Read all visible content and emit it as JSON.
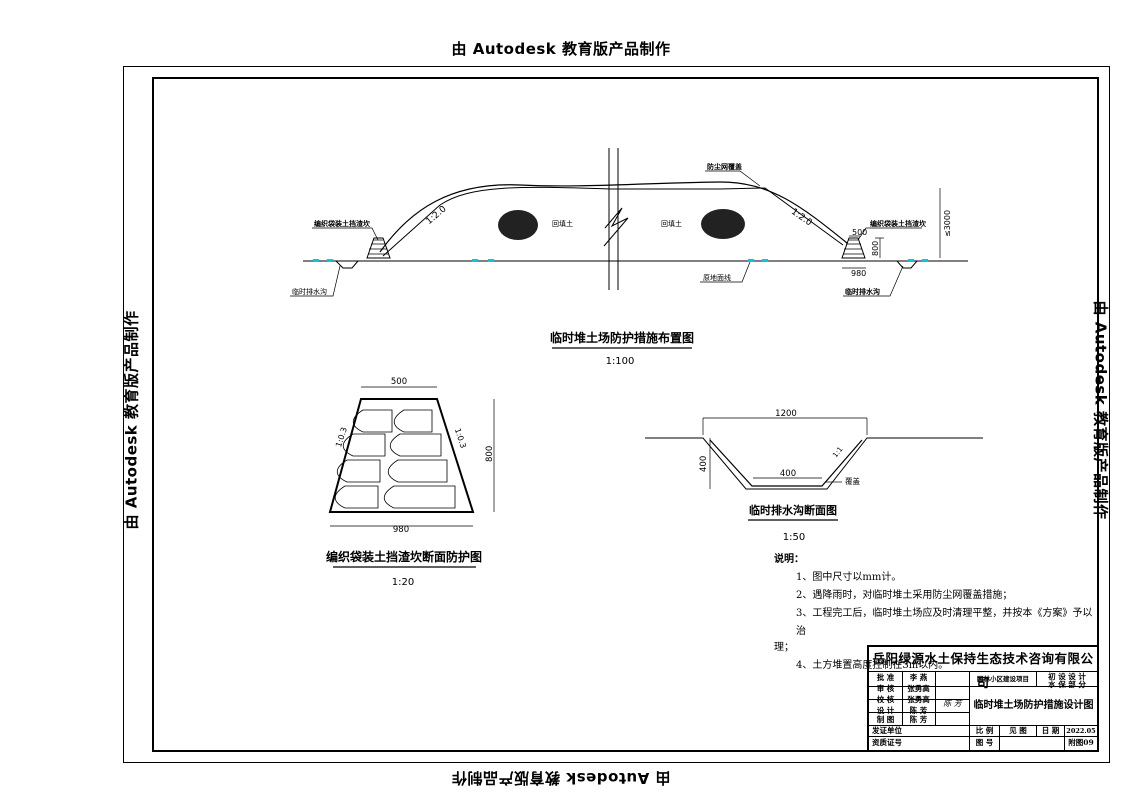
{
  "watermark": {
    "text": "由 Autodesk 教育版产品制作"
  },
  "layout_plan": {
    "title": "临时堆土场防护措施布置图",
    "scale": "1:100",
    "slope_left": "1:2.0",
    "slope_right": "1:2.0",
    "label_soil_left": "回填土",
    "label_soil_right": "回填土",
    "label_dust_net": "防尘网覆盖",
    "label_bag_left": "编织袋装土挡渣坎",
    "label_bag_right": "编织袋装土挡渣坎",
    "label_ditch_left": "临时排水沟",
    "label_ditch_right": "临时排水沟",
    "label_ground": "原地面线",
    "dim_500": "500",
    "dim_800": "800",
    "dim_980": "980",
    "dim_height": "≤3000"
  },
  "bag_section": {
    "title": "编织袋装土挡渣坎断面防护图",
    "scale": "1:20",
    "dim_top": "500",
    "dim_bottom": "980",
    "dim_height": "800",
    "slope_left": "1:0.3",
    "slope_right": "1:0.3"
  },
  "ditch_section": {
    "title": "临时排水沟断面图",
    "scale": "1:50",
    "dim_top": "1200",
    "dim_bottom": "400",
    "dim_depth": "400",
    "slope": "1:1",
    "label_cover": "覆盖"
  },
  "notes": {
    "title": "说明：",
    "items": [
      "1、图中尺寸以mm计。",
      "2、遇降雨时，对临时堆土采用防尘网覆盖措施；",
      "3、工程完工后，临时堆土场应及时清理平整，并按本《方案》予以治",
      "理；",
      "4、土方堆置高度控制在3m以内。"
    ]
  },
  "title_block": {
    "company": "岳阳绿源水土保持生态技术咨询有限公司",
    "roles": [
      "批 准",
      "审 核",
      "校 核",
      "设 计",
      "制 图"
    ],
    "names": [
      "李 燕",
      "张勇高",
      "张勇高",
      "陈 芳",
      "陈 芳"
    ],
    "project": "园林小区建设项目",
    "stage_a": "初 设  设 计",
    "stage_b": "水 保  部 分",
    "drawing_name": "临时堆土场防护措施设计图",
    "cert_unit": "发证单位",
    "cert_no": "资质证号",
    "scale_label": "比 例",
    "scale_value": "见 图",
    "date_label": "日 期",
    "date_value": "2022.05",
    "drawing_no_label": "图 号",
    "drawing_no_value": "附图09",
    "signature": "陈 芳"
  }
}
